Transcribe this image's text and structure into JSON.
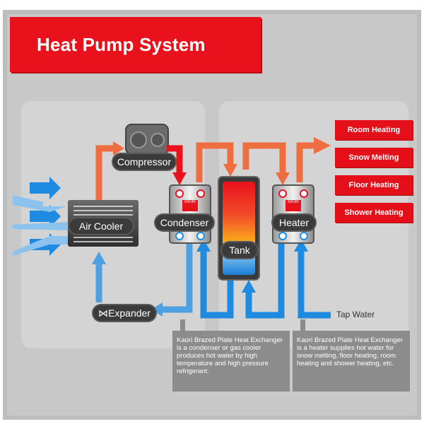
{
  "title": "Heat Pump System",
  "components": {
    "compressor": "Compressor",
    "air_cooler": "Air Cooler",
    "condenser": "Condenser",
    "tank": "Tank",
    "heater": "Heater",
    "expander": "Expander",
    "expander_symbol": "⋈"
  },
  "outputs": [
    "Room Heating",
    "Snow Melting",
    "Floor Heating",
    "Shower Heating"
  ],
  "tap_water": "Tap Water",
  "plate_brand": "KAORI",
  "notes": {
    "condenser": "Kaori Brazed Plate Heat Exchanger is a condenser or gas cooler produces hot water by high temperature and high pressure refrigerant.",
    "heater": "Kaori Brazed Plate Heat Exchanger is a heater supplies hot water for snow melting, floor heating, room heating and shower heating, etc."
  },
  "colors": {
    "hot": "#ee6e3f",
    "cold": "#4da1e2",
    "red": "#e8111c",
    "panel": "#d1d1d1",
    "frame": "#bdbdbd"
  }
}
